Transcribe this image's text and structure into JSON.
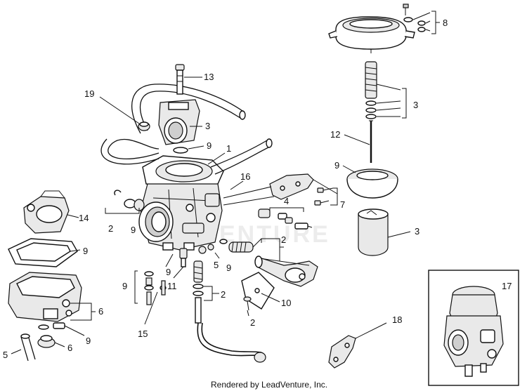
{
  "watermark": "ENTURE",
  "credit": "Rendered by LeadVenture, Inc.",
  "callouts": [
    "1",
    "2",
    "2",
    "2",
    "2",
    "3",
    "3",
    "3",
    "4",
    "5",
    "5",
    "6",
    "6",
    "7",
    "8",
    "9",
    "9",
    "9",
    "9",
    "9",
    "9",
    "9",
    "9",
    "11",
    "12",
    "13",
    "14",
    "15",
    "16",
    "17",
    "18",
    "19"
  ]
}
